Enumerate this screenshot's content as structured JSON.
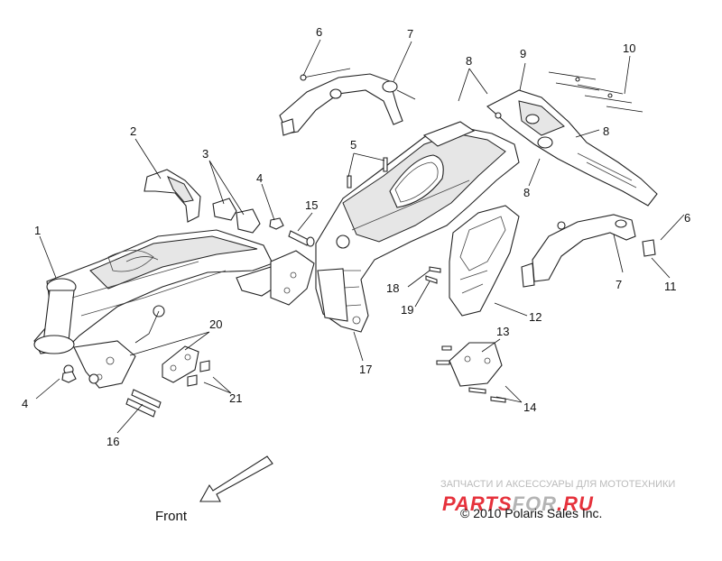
{
  "diagram": {
    "callouts": {
      "c1": "1",
      "c2": "2",
      "c3": "3",
      "c4a": "4",
      "c4b": "4",
      "c5": "5",
      "c6a": "6",
      "c6b": "6",
      "c7a": "7",
      "c7b": "7",
      "c8a": "8",
      "c8b": "8",
      "c8c": "8",
      "c9": "9",
      "c10": "10",
      "c11": "11",
      "c12": "12",
      "c13": "13",
      "c14": "14",
      "c15": "15",
      "c16": "16",
      "c17": "17",
      "c18": "18",
      "c19": "19",
      "c20": "20",
      "c21": "21"
    },
    "front_label": "Front",
    "copyright": "© 2010 Polaris Sales Inc."
  },
  "watermark": {
    "tagline": "ЗАПЧАСТИ И АКСЕССУАРЫ ДЛЯ МОТОТЕХНИКИ",
    "logo_part1": "PARTS",
    "logo_part2": "FOR",
    "logo_part3": ".RU",
    "colors": {
      "red": "#e6323c",
      "gray": "#b4b4b4"
    }
  }
}
